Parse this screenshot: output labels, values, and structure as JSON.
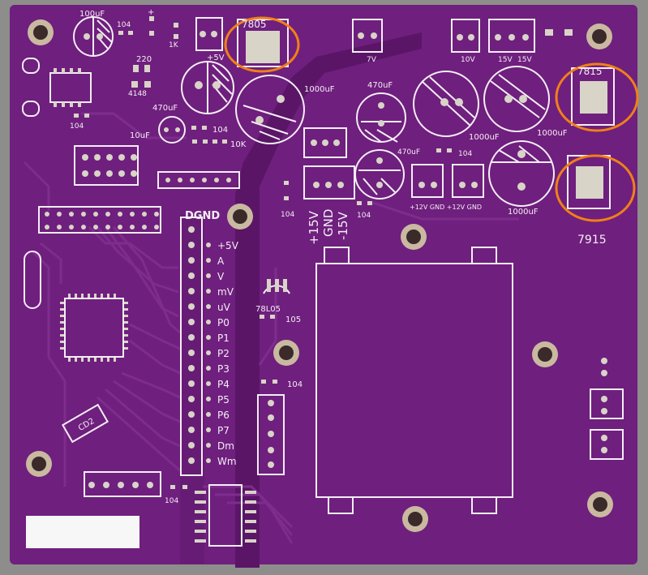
{
  "colors": {
    "board": "#6f1f7d",
    "board_dark": "#5a1567",
    "trace": "#7e2d8d",
    "silk": "#f4eef6",
    "pad": "#d8d4c8",
    "highlight": "#f08018",
    "background": "#8d8d8b"
  },
  "labels": {
    "cap_100uf_top": "100uF",
    "res_104_top": "104",
    "plus": "+",
    "res_220": "220",
    "res_1k": "1K",
    "diode_4148": "4148",
    "plus5v": "+5V",
    "reg_7805": "7805",
    "seven_v": "7V",
    "ten_v": "10V",
    "fifteen_v_a": "15V",
    "fifteen_v_b": "15V",
    "reg_7815": "7815",
    "reg_7915": "7915",
    "cap_1000uf_a": "1000uF",
    "cap_470uf_a": "470uF",
    "cap_470uf_b": "470uF",
    "cap_470uf_c": "470uF",
    "cap_1000uf_b": "1000uF",
    "cap_1000uf_c": "1000uF",
    "cap_1000uf_d": "1000uF",
    "res_104_c": "104",
    "res_104_d": "104",
    "cap_10uf": "10uF",
    "res_104_e": "104",
    "res_10k": "10K",
    "res_104_left": "104",
    "res_104_f": "104",
    "res_104_g": "104",
    "supply_12v": "+12V GND +12V GND",
    "supply_15v_line1": "+15V",
    "supply_15v_line2": "GND",
    "supply_15v_line3": "-15V",
    "dgnd": "DGND",
    "header_pins": [
      "+5V",
      "A",
      "V",
      "mV",
      "uV",
      "P0",
      "P1",
      "P2",
      "P3",
      "P4",
      "P5",
      "P6",
      "P7",
      "Dm",
      "Wm"
    ],
    "reg_78l05": "78L05",
    "res_105": "105",
    "res_104_h": "104",
    "res_104_bottom": "104",
    "crystal_cd2": "CD2"
  }
}
